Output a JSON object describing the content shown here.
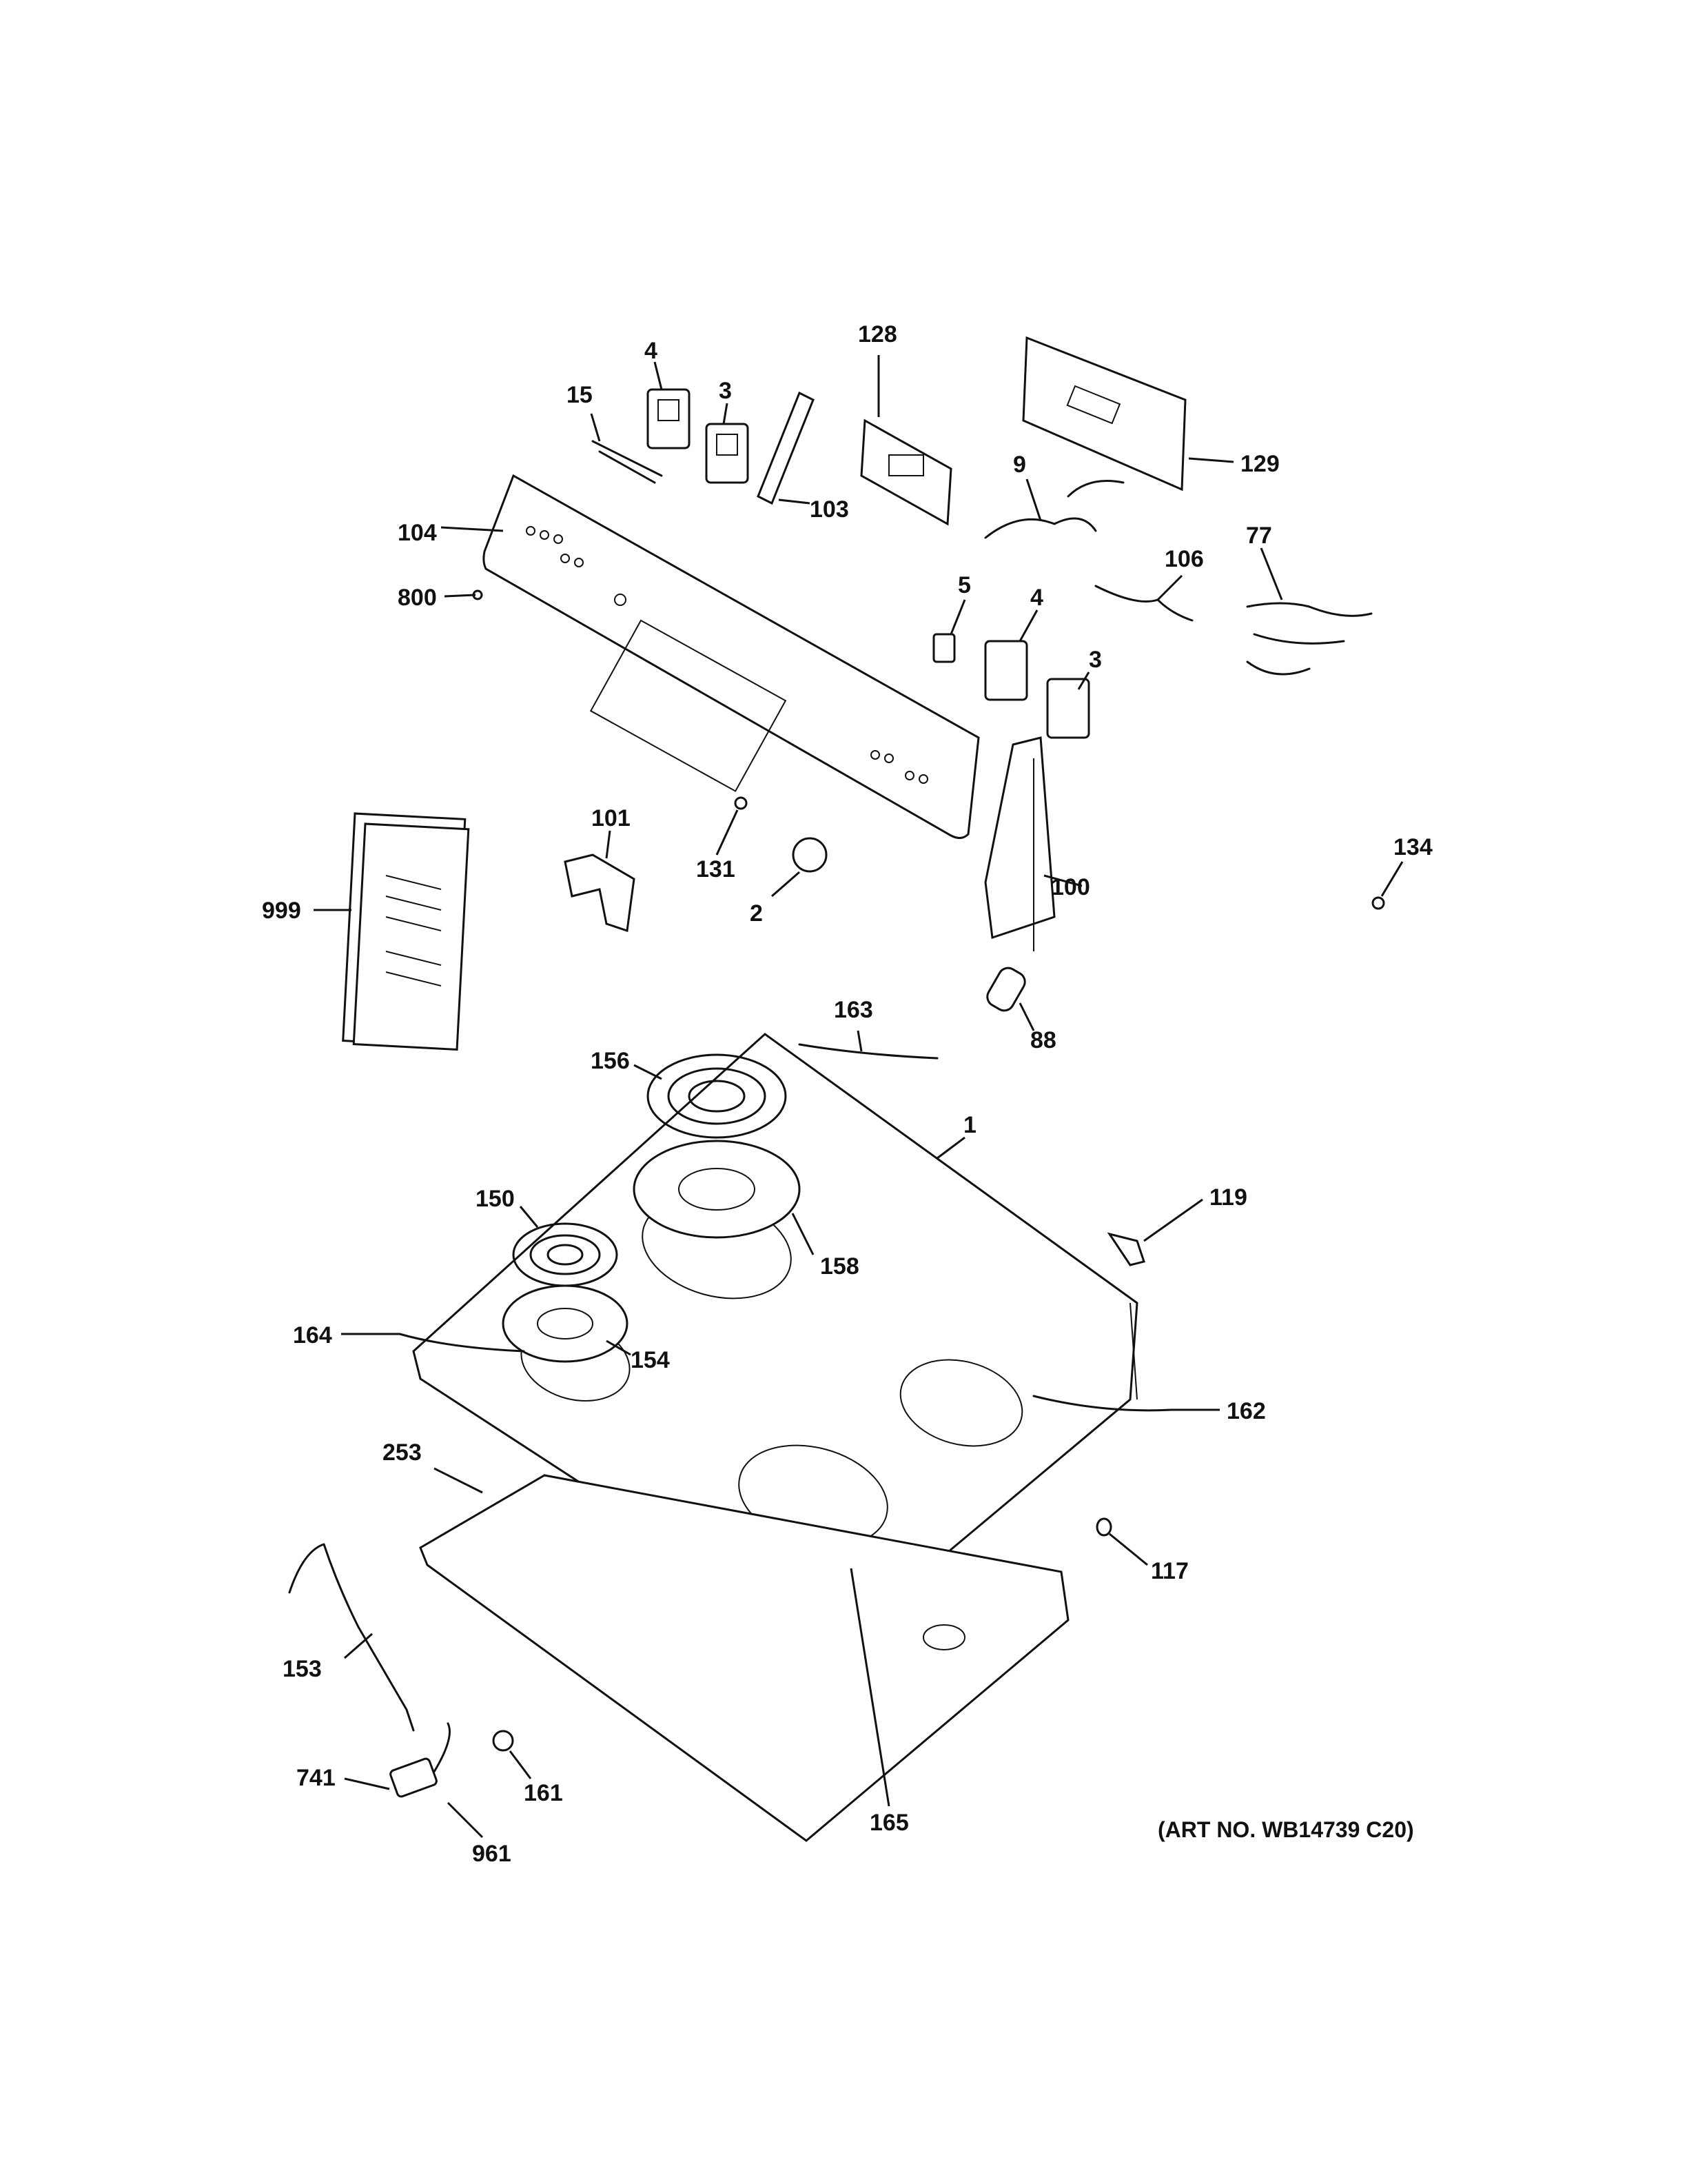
{
  "labels": {
    "p4a": "4",
    "p15": "15",
    "p3a": "3",
    "p103": "103",
    "p128": "128",
    "p129": "129",
    "p9": "9",
    "p104": "104",
    "p800": "800",
    "p106": "106",
    "p77": "77",
    "p5": "5",
    "p4b": "4",
    "p3b": "3",
    "p101": "101",
    "p999": "999",
    "p131": "131",
    "p2": "2",
    "p100": "100",
    "p134": "134",
    "p88": "88",
    "p163": "163",
    "p156": "156",
    "p1": "1",
    "p119": "119",
    "p150": "150",
    "p158": "158",
    "p164": "164",
    "p154": "154",
    "p162": "162",
    "p253": "253",
    "p117": "117",
    "p153": "153",
    "p165": "165",
    "p741": "741",
    "p161": "161",
    "p961": "961"
  },
  "caption": "(ART NO. WB14739 C20)"
}
